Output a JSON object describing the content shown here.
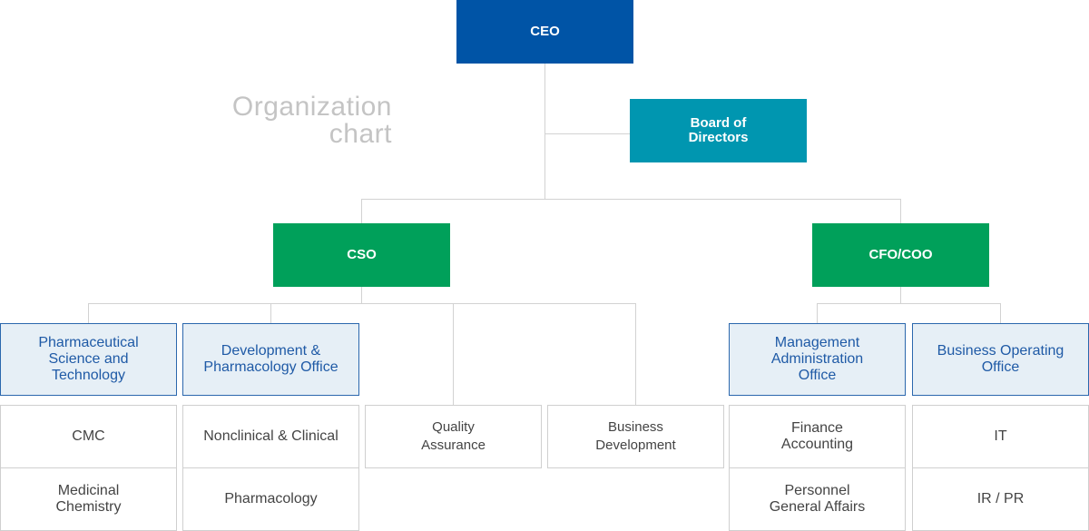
{
  "title": "Organization\nchart",
  "colors": {
    "ceo": "#0054a6",
    "board": "#0096b0",
    "officer": "#00a05a",
    "office_fill": "#e6eff6",
    "office_border": "#2b67ad",
    "line": "#d2d2d2"
  },
  "ceo": "CEO",
  "board": "Board of\nDirectors",
  "cso": "CSO",
  "cfo": "CFO/COO",
  "offices": {
    "pharm_sci": "Pharmaceutical\nScience and\nTechnology",
    "dev_pharm": "Development &\nPharmacology Office",
    "mgmt_admin": "Management\nAdministration\nOffice",
    "biz_ops": "Business Operating\nOffice"
  },
  "teams": {
    "cmc": "CMC",
    "med_chem": "Medicinal\nChemistry",
    "nonclinical": "Nonclinical & Clinical",
    "pharmacology": "Pharmacology",
    "qa": "Quality\nAssurance",
    "biz_dev": "Business\nDevelopment",
    "finance": "Finance\nAccounting",
    "personnel": "Personnel\nGeneral Affairs",
    "it": "IT",
    "irpr": "IR / PR"
  }
}
